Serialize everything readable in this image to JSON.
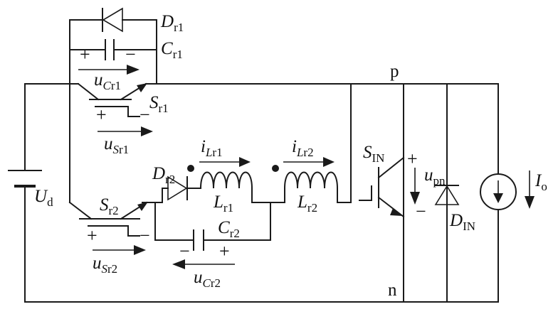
{
  "labels": {
    "Dr1": {
      "main": "D",
      "sub": "r1"
    },
    "Cr1": {
      "main": "C",
      "sub": "r1"
    },
    "uCr1": {
      "main": "u",
      "sub1": "C",
      "sub2": "r1"
    },
    "p": "p",
    "n": "n",
    "Sr1": {
      "main": "S",
      "sub": "r1"
    },
    "uSr1": {
      "main": "u",
      "sub1": "S",
      "sub2": "r1"
    },
    "iLr1": {
      "main": "i",
      "sub1": "L",
      "sub2": "r1"
    },
    "iLr2": {
      "main": "i",
      "sub1": "L",
      "sub2": "r2"
    },
    "Ud": {
      "main": "U",
      "sub": "d"
    },
    "Dr2": {
      "main": "D",
      "sub": "r2"
    },
    "Lr1": {
      "main": "L",
      "sub": "r1"
    },
    "Lr2": {
      "main": "L",
      "sub": "r2"
    },
    "Sr2": {
      "main": "S",
      "sub": "r2"
    },
    "Cr2": {
      "main": "C",
      "sub": "r2"
    },
    "uSr2": {
      "main": "u",
      "sub1": "S",
      "sub2": "r2"
    },
    "uCr2": {
      "main": "u",
      "sub1": "C",
      "sub2": "r2"
    },
    "SIN": {
      "main": "S",
      "sub": "IN"
    },
    "upn": {
      "main": "u",
      "sub": "pn"
    },
    "DIN": {
      "main": "D",
      "sub": "IN"
    },
    "Io": {
      "main": "I",
      "sub": "o"
    }
  },
  "signs": {
    "plus": "+",
    "minus": "−"
  }
}
